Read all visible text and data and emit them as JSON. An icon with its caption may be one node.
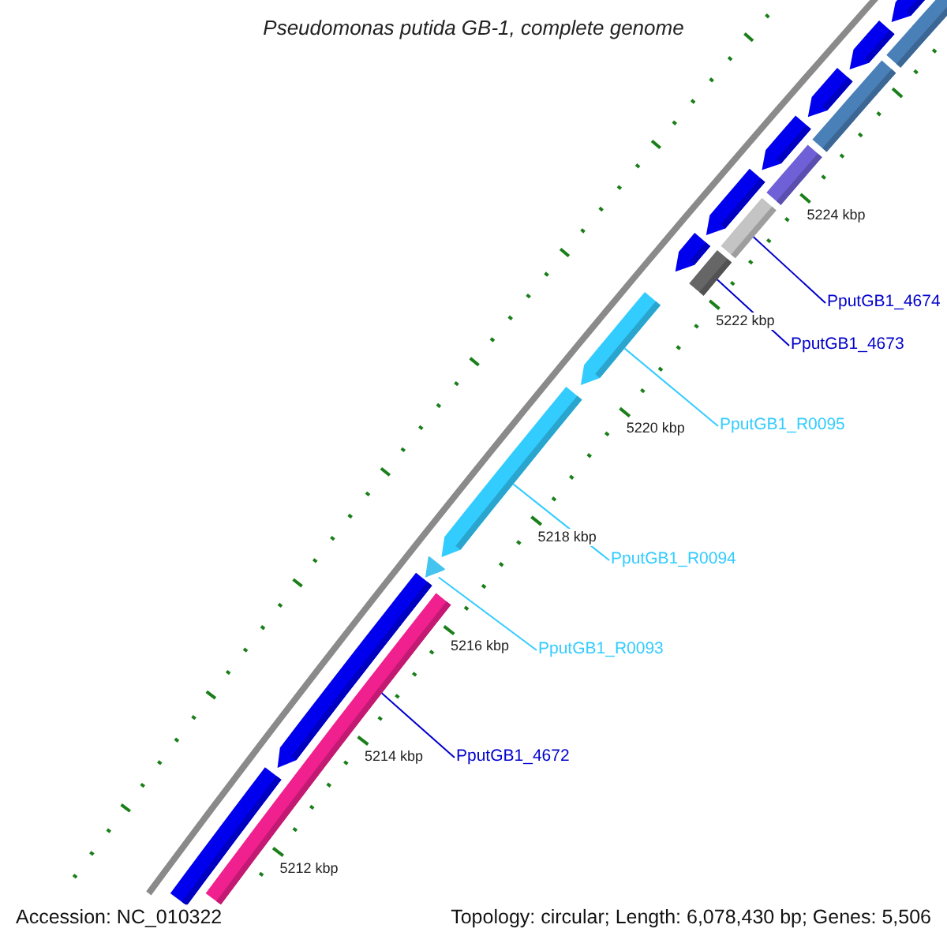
{
  "diagram": {
    "title": "Pseudomonas putida GB-1, complete genome",
    "nodes": [
      {
        "text": [
          "PputGB1_4674"
        ]
      },
      {
        "text": [
          "PputGB1_4673"
        ]
      },
      {
        "text": [
          "PputGB1_R0095"
        ]
      },
      {
        "text": [
          "PputGB1_R0094"
        ]
      },
      {
        "text": [
          "PputGB1_R0093"
        ]
      },
      {
        "text": [
          "PputGB1_4672"
        ]
      },
      {
        "text": [],
        "shape": "bar"
      },
      {
        "text": [],
        "shape": "bar"
      },
      {
        "text": [],
        "shape": "bar"
      },
      {
        "text": [],
        "shape": "bar"
      },
      {
        "text": [],
        "shape": "bar"
      },
      {
        "text": [],
        "shape": "bar"
      }
    ],
    "edges": [
      {
        "from": 0,
        "to": 11,
        "arrow": "none",
        "color": "#0000cc"
      },
      {
        "from": 1,
        "to": 10,
        "arrow": "none",
        "color": "#0000cc"
      },
      {
        "from": 2,
        "to": 9,
        "arrow": "none",
        "color": "#33ccff"
      },
      {
        "from": 3,
        "to": 8,
        "arrow": "none",
        "color": "#33ccff"
      },
      {
        "from": 4,
        "to": 7,
        "arrow": "none",
        "color": "#33ccff"
      },
      {
        "from": 5,
        "to": 6,
        "arrow": "none",
        "color": "#0000cc"
      }
    ],
    "labels": [
      "5224 kbp",
      "5222 kbp",
      "5220 kbp",
      "5218 kbp",
      "5216 kbp",
      "5214 kbp",
      "5212 kbp",
      "Accession: NC_010322",
      "Topology: circular; Length: 6,078,430 bp; Genes: 5,506"
    ]
  }
}
